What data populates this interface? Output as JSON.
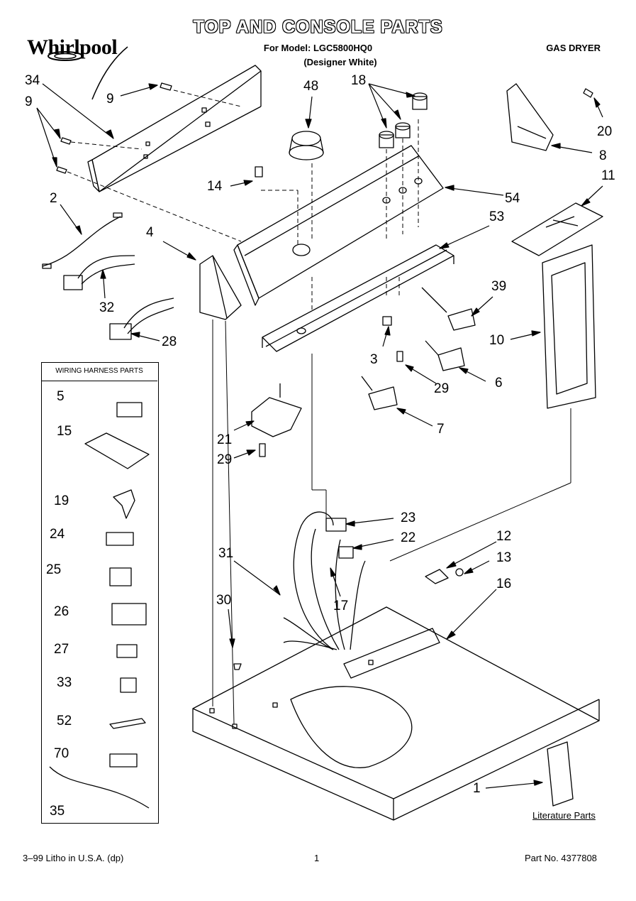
{
  "header": {
    "brand": "Whirlpool",
    "title": "TOP AND CONSOLE PARTS",
    "model_line": "For Model: LGC5800HQ0",
    "variant_line": "(Designer White)",
    "product_type": "GAS DRYER"
  },
  "wiring_box": {
    "title": "WIRING HARNESS PARTS",
    "items": [
      "5",
      "15",
      "19",
      "24",
      "25",
      "26",
      "27",
      "33",
      "52",
      "70",
      "35"
    ]
  },
  "callouts": {
    "c34": "34",
    "c9a": "9",
    "c9b": "9",
    "c48": "48",
    "c18": "18",
    "c20": "20",
    "c8": "8",
    "c11": "11",
    "c14": "14",
    "c54": "54",
    "c2": "2",
    "c53": "53",
    "c4": "4",
    "c32": "32",
    "c39": "39",
    "c28": "28",
    "c10": "10",
    "c3": "3",
    "c6": "6",
    "c29a": "29",
    "c21": "21",
    "c7": "7",
    "c29b": "29",
    "c23": "23",
    "c22": "22",
    "c12": "12",
    "c31": "31",
    "c13": "13",
    "c16": "16",
    "c17": "17",
    "c30": "30",
    "c1": "1"
  },
  "literature_label": "Literature Parts",
  "footer": {
    "left": "3–99 Litho in U.S.A. (dp)",
    "page": "1",
    "part_no": "Part No. 4377808"
  }
}
